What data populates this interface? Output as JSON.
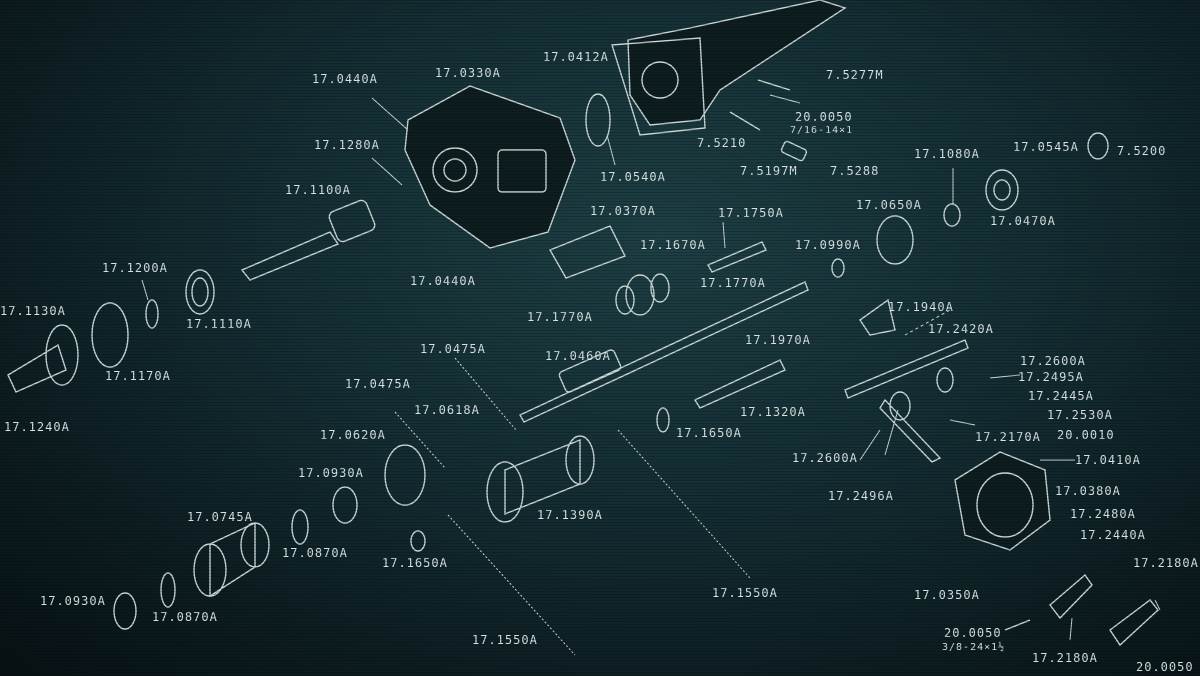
{
  "labels": [
    {
      "id": "l01",
      "text": "17.0440A"
    },
    {
      "id": "l02",
      "text": "17.0330A"
    },
    {
      "id": "l03",
      "text": "17.0412A"
    },
    {
      "id": "l04",
      "text": "7.5277M"
    },
    {
      "id": "l05",
      "text": "20.0050"
    },
    {
      "id": "l06",
      "text": "7/16-14×1"
    },
    {
      "id": "l07",
      "text": "7.5210"
    },
    {
      "id": "l08",
      "text": "7.5197M"
    },
    {
      "id": "l09",
      "text": "7.5288"
    },
    {
      "id": "l10",
      "text": "17.1080A"
    },
    {
      "id": "l11",
      "text": "17.0545A"
    },
    {
      "id": "l12",
      "text": "7.5200"
    },
    {
      "id": "l13",
      "text": "17.0470A"
    },
    {
      "id": "l14",
      "text": "17.1280A"
    },
    {
      "id": "l15",
      "text": "17.1100A"
    },
    {
      "id": "l16",
      "text": "17.0540A"
    },
    {
      "id": "l17",
      "text": "17.0370A"
    },
    {
      "id": "l18",
      "text": "17.1750A"
    },
    {
      "id": "l19",
      "text": "17.0650A"
    },
    {
      "id": "l20",
      "text": "17.1670A"
    },
    {
      "id": "l21",
      "text": "17.0990A"
    },
    {
      "id": "l22",
      "text": "17.1200A"
    },
    {
      "id": "l23",
      "text": "17.0440A"
    },
    {
      "id": "l24",
      "text": "17.1770A"
    },
    {
      "id": "l25",
      "text": "17.1130A"
    },
    {
      "id": "l26",
      "text": "17.1110A"
    },
    {
      "id": "l27",
      "text": "17.1770A"
    },
    {
      "id": "l28",
      "text": "17.1940A"
    },
    {
      "id": "l29",
      "text": "17.2420A"
    },
    {
      "id": "l30",
      "text": "17.0475A"
    },
    {
      "id": "l31",
      "text": "17.0460A"
    },
    {
      "id": "l32",
      "text": "17.1970A"
    },
    {
      "id": "l33",
      "text": "17.1170A"
    },
    {
      "id": "l34",
      "text": "17.2600A"
    },
    {
      "id": "l35",
      "text": "17.2495A"
    },
    {
      "id": "l36",
      "text": "17.2445A"
    },
    {
      "id": "l37",
      "text": "17.0475A"
    },
    {
      "id": "l38",
      "text": "17.0618A"
    },
    {
      "id": "l39",
      "text": "17.1240A"
    },
    {
      "id": "l40",
      "text": "17.1320A"
    },
    {
      "id": "l41",
      "text": "17.2530A"
    },
    {
      "id": "l42",
      "text": "20.0010"
    },
    {
      "id": "l43",
      "text": "17.0620A"
    },
    {
      "id": "l44",
      "text": "17.1650A"
    },
    {
      "id": "l45",
      "text": "17.2170A"
    },
    {
      "id": "l46",
      "text": "17.2600A"
    },
    {
      "id": "l47",
      "text": "17.0410A"
    },
    {
      "id": "l48",
      "text": "17.0930A"
    },
    {
      "id": "l49",
      "text": "17.0380A"
    },
    {
      "id": "l50",
      "text": "17.2496A"
    },
    {
      "id": "l51",
      "text": "17.0745A"
    },
    {
      "id": "l52",
      "text": "17.1390A"
    },
    {
      "id": "l53",
      "text": "17.2480A"
    },
    {
      "id": "l54",
      "text": "17.2440A"
    },
    {
      "id": "l55",
      "text": "17.0870A"
    },
    {
      "id": "l56",
      "text": "17.1650A"
    },
    {
      "id": "l57",
      "text": "17.2180A"
    },
    {
      "id": "l58",
      "text": "17.0350A"
    },
    {
      "id": "l59",
      "text": "17.1550A"
    },
    {
      "id": "l60",
      "text": "17.0930A"
    },
    {
      "id": "l61",
      "text": "17.0870A"
    },
    {
      "id": "l62",
      "text": "20.0050"
    },
    {
      "id": "l63",
      "text": "3/8-24×1½"
    },
    {
      "id": "l64",
      "text": "17.1550A"
    },
    {
      "id": "l65",
      "text": "17.2180A"
    },
    {
      "id": "l66",
      "text": "20.0050"
    }
  ],
  "colors": {
    "ink": "#c9d6d6",
    "background": "#132c31"
  }
}
